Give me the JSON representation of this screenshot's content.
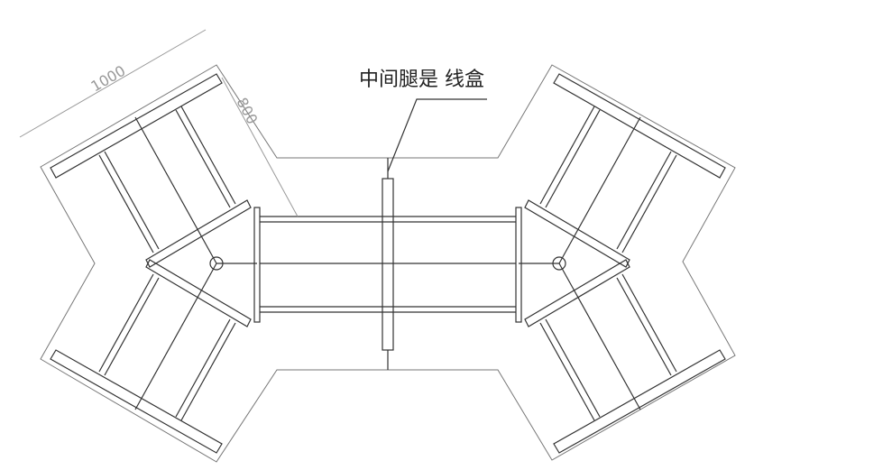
{
  "title": "中间腿是线盒 desk layout",
  "annotation": {
    "label": "中间腿是 线盒"
  },
  "dimensions": {
    "length": "1000",
    "depth": "800"
  }
}
